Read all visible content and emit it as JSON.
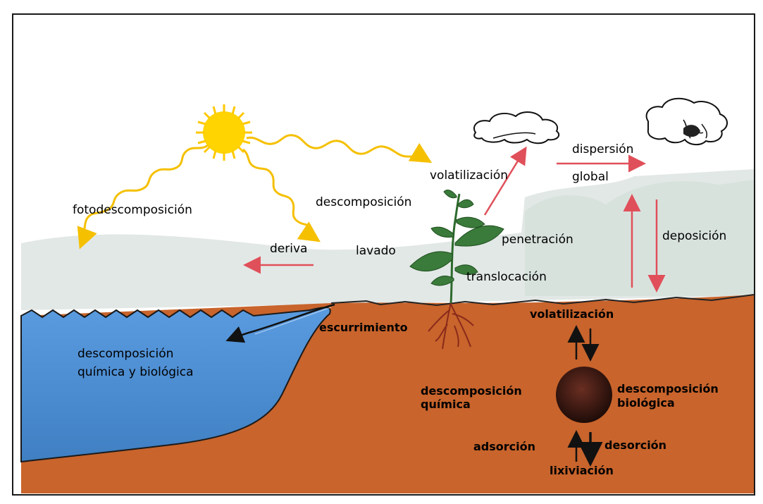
{
  "labels": {
    "fotodescomposicion": "fotodescomposición",
    "deriva": "deriva",
    "descomposicion_planta": "descomposición",
    "volatilizacion_aire": "volatilización",
    "dispersion": "dispersión",
    "global": "global",
    "lavado": "lavado",
    "penetracion": "penetración",
    "translocacion": "translocación",
    "deposicion": "deposición",
    "escurrimiento": "escurrimiento",
    "volatilizacion_suelo": "volatilización",
    "agua_descomposicion_1": "descomposición",
    "agua_descomposicion_2": "química y biológica",
    "desc_quimica_1": "descomposición",
    "desc_quimica_2": "química",
    "desc_biologica_1": "descomposición",
    "desc_biologica_2": "biológica",
    "adsorcion": "adsorción",
    "desorcion": "desorción",
    "lixiviacion": "lixiviación"
  },
  "colors": {
    "sun": "#ffd400",
    "sun_ray": "#f5c000",
    "soil": "#c8642c",
    "water": "#4f8fd0",
    "sky_land": "#dfe6e3",
    "red_arrow": "#e0505a",
    "leaf": "#3a7a3a",
    "root": "#8a2a1a",
    "pesticide_sphere": "#3a1a12"
  },
  "icons": [
    "sun-icon",
    "cloud-icon",
    "tree-cloud-icon",
    "plant-icon",
    "pesticide-sphere-icon"
  ]
}
